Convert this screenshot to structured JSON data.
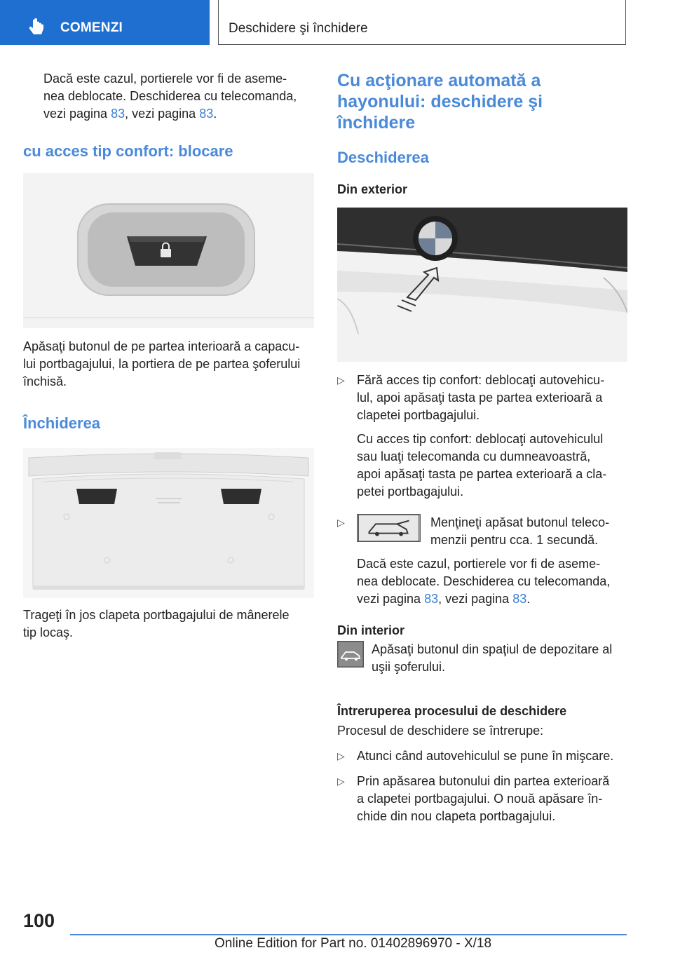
{
  "header": {
    "section_tab": "COMENZI",
    "page_title": "Deschidere şi închidere"
  },
  "left": {
    "p_intro_a": "Dacă este cazul, portierele vor fi de aseme‐",
    "p_intro_b": "nea deblocate. Deschiderea cu telecomanda,",
    "p_intro_c_pre": "vezi pagina ",
    "p_intro_c_link1": "83",
    "p_intro_c_mid": ", vezi pagina ",
    "p_intro_c_link2": "83",
    "p_intro_c_end": ".",
    "heading_lock": "cu acces tip confort: blocare",
    "p_lock_a": "Apăsaţi butonul de pe partea interioară a capacu‐",
    "p_lock_b": "lui portbagajului, la portiera de pe partea şoferului",
    "p_lock_c": "închisă.",
    "heading_close": "Închiderea",
    "p_close_a": "Trageţi în jos clapeta portbagajului de mânerele",
    "p_close_b": "tip locaş."
  },
  "right": {
    "heading_main_a": "Cu acţionare automată a",
    "heading_main_b": "hayonului: deschidere şi",
    "heading_main_c": "închidere",
    "heading_open": "Deschiderea",
    "sub_exterior": "Din exterior",
    "b1_a": "Fără acces tip confort: deblocaţi autovehicu‐",
    "b1_b": "lul, apoi apăsaţi tasta pe partea exterioară a",
    "b1_c": "clapetei portbagajului.",
    "b1_d": "Cu acces tip confort: deblocaţi autovehiculul",
    "b1_e": "sau luaţi telecomanda cu dumneavoastră,",
    "b1_f": "apoi apăsaţi tasta pe partea exterioară a cla‐",
    "b1_g": "petei portbagajului.",
    "b2_a": "Menţineţi apăsat butonul teleco‐",
    "b2_b": "menzii pentru cca. 1 secundă.",
    "b2_c": "Dacă este cazul, portierele vor fi de aseme‐",
    "b2_d": "nea deblocate. Deschiderea cu telecomanda,",
    "b2_e_pre": "vezi pagina ",
    "b2_e_link1": "83",
    "b2_e_mid": ", vezi pagina ",
    "b2_e_link2": "83",
    "b2_e_end": ".",
    "sub_interior": "Din interior",
    "int_a": "Apăsaţi butonul din spaţiul de depozitare al",
    "int_b": "uşii şoferului.",
    "sub_interrupt": "Întreruperea procesului de deschidere",
    "p_interrupt": "Procesul de deschidere se întrerupe:",
    "b3": "Atunci când autovehiculul se pune în mişcare.",
    "b4_a": "Prin apăsarea butonului din partea exterioară",
    "b4_b": "a clapetei portbagajului. O nouă apăsare în‐",
    "b4_c": "chide din nou clapeta portbagajului."
  },
  "bullet_symbol": "▷",
  "footer": {
    "page_number": "100",
    "edition": "Online Edition for Part no. 01402896970 - X/18"
  }
}
